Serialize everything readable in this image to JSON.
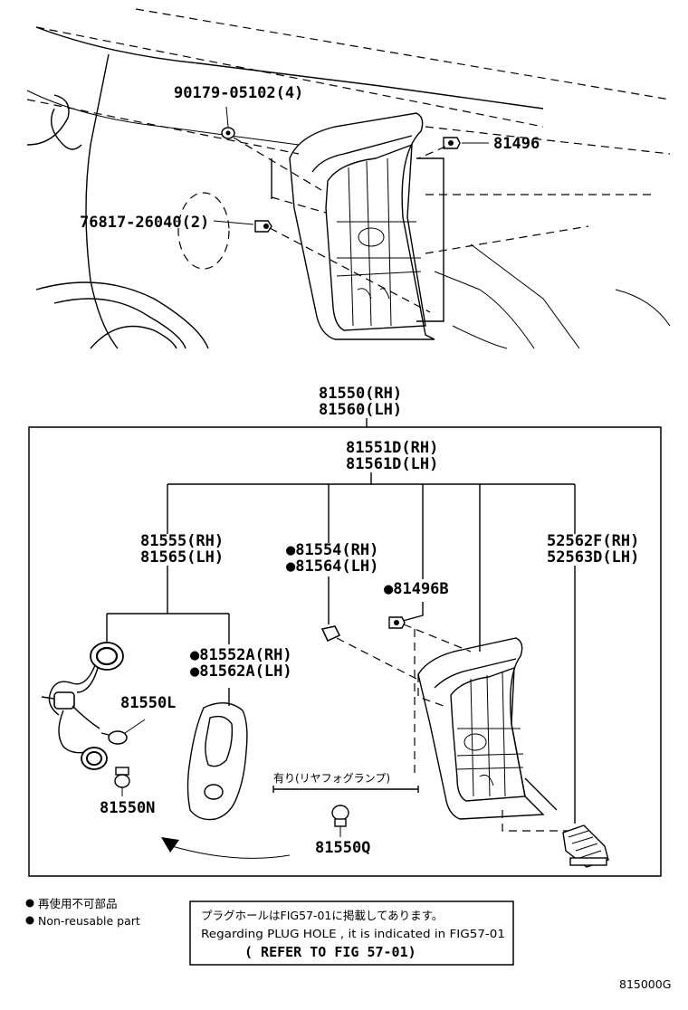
{
  "labels": {
    "screw": "90179-05102(4)",
    "clip_top": "81496",
    "screw_lower": "76817-26040(2)",
    "assembly_rh": "81550(RH)",
    "assembly_lh": "81560(LH)",
    "lens_rh": "81551D(RH)",
    "lens_lh": "81561D(LH)",
    "socket_rh": "81555(RH)",
    "socket_lh": "81565(LH)",
    "gasket_rh": "●81554(RH)",
    "gasket_lh": "●81564(LH)",
    "clip_b": "●81496B",
    "cushion_rh": "52562F(RH)",
    "cushion_lh": "52563D(LH)",
    "pad_rh": "●81552A(RH)",
    "pad_lh": "●81562A(LH)",
    "bulb_l": "81550L",
    "bulb_n": "81550N",
    "bulb_q": "81550Q",
    "fog_note": "有り(リヤフォグランプ)"
  },
  "legend": {
    "jp": "再使用不可部品",
    "en": "Non-reusable part"
  },
  "note": {
    "line1": "プラグホールはFIG57-01に掲載してあります。",
    "line2": "Regarding PLUG HOLE , it is indicated in FIG57-01",
    "line3": "( REFER TO FIG 57-01)"
  },
  "figure_code": "815000G"
}
